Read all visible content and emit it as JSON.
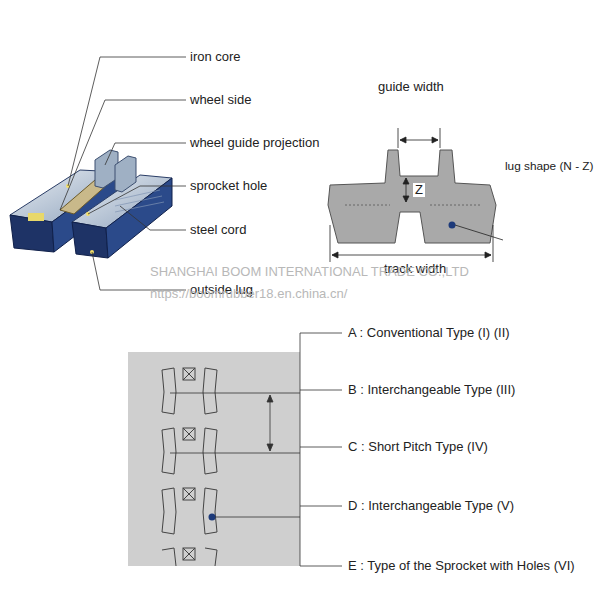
{
  "diagram": {
    "labels": [
      "iron core",
      "wheel side",
      "wheel guide projection",
      "sprocket hole",
      "steel cord",
      "outside lug",
      "guide width",
      "Z",
      "lug shape (N - Z)",
      "track width",
      "SHANGHAI BOOM INTERNATIONAL TRADE CO.,LTD",
      "https://boomrubber18.en.china.cn/",
      "A : Conventional Type (I) (II)",
      "B : Interchangeable Type (III)",
      "C : Short Pitch Type (IV)",
      "D : Interchangeable Type (V)",
      "E : Type of the Sprocket with Holes (VI)"
    ]
  }
}
